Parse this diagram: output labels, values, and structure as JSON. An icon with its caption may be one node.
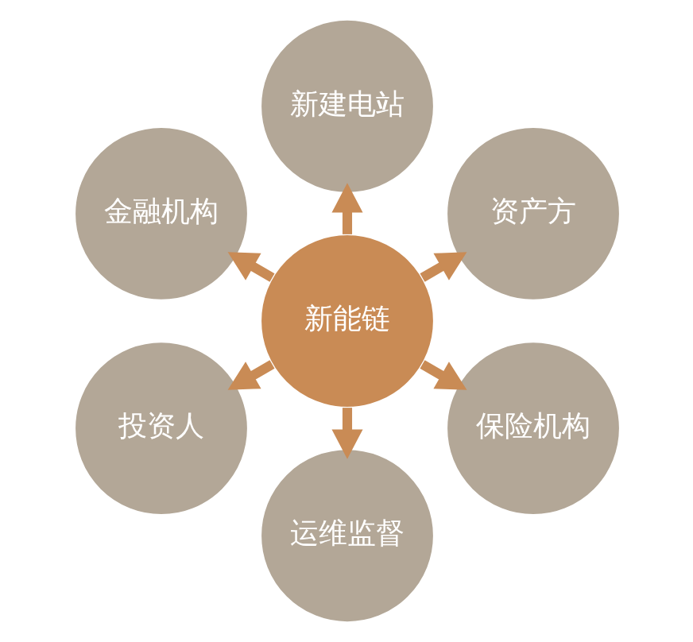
{
  "diagram": {
    "nodes": [
      {
        "text": [
          "资产方"
        ]
      },
      {
        "text": [
          "新建电站"
        ]
      },
      {
        "text": [
          "金融机构"
        ]
      },
      {
        "text": [
          "新能链"
        ]
      },
      {
        "text": [
          "投资人"
        ]
      },
      {
        "text": [
          "运维监督"
        ]
      },
      {
        "text": [
          "保险机构"
        ]
      }
    ],
    "edges": [
      {
        "from": 3,
        "to": 0,
        "arrow": "to"
      },
      {
        "from": 3,
        "to": 1,
        "arrow": "to"
      },
      {
        "from": 3,
        "to": 4,
        "arrow": "to"
      },
      {
        "from": 3,
        "to": 6,
        "arrow": "to"
      },
      {
        "from": 3,
        "to": 5,
        "arrow": "to"
      },
      {
        "from": 3,
        "to": 2,
        "arrow": "to"
      }
    ]
  }
}
